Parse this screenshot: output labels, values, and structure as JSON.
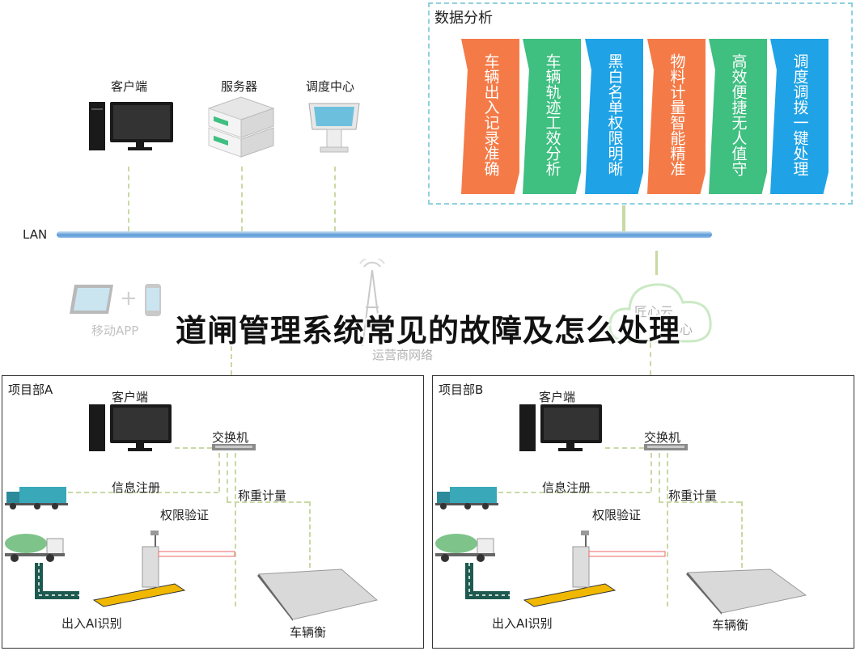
{
  "top": {
    "client_label": "客户端",
    "server_label": "服务器",
    "dispatch_label": "调度中心",
    "lan_label": "LAN"
  },
  "analysis": {
    "title": "数据分析",
    "cards": [
      {
        "text": "车辆出入记录准确",
        "color": "#f47b48"
      },
      {
        "text": "车辆轨迹工效分析",
        "color": "#3fbf80"
      },
      {
        "text": "黑白名单权限明晰",
        "color": "#1fa3e6"
      },
      {
        "text": "物料计量智能精准",
        "color": "#f47b48"
      },
      {
        "text": "高效便捷无人值守",
        "color": "#3fbf80"
      },
      {
        "text": "调度调拨一键处理",
        "color": "#1fa3e6"
      }
    ]
  },
  "cloud": {
    "mobile_label": "移动APP",
    "carrier_label": "运营商网络",
    "cloud_label_1": "匠心云",
    "cloud_label_2": "中心"
  },
  "headline": "道闸管理系统常见的故障及怎么处理",
  "projects": [
    {
      "title": "项目部A",
      "client": "客户端",
      "switch": "交换机",
      "info_reg": "信息注册",
      "weigh": "称重计量",
      "auth": "权限验证",
      "ai_recog": "出入AI识别",
      "scale": "车辆衡"
    },
    {
      "title": "项目部B",
      "client": "客户端",
      "switch": "交换机",
      "info_reg": "信息注册",
      "weigh": "称重计量",
      "auth": "权限验证",
      "ai_recog": "出入AI识别",
      "scale": "车辆衡"
    }
  ]
}
